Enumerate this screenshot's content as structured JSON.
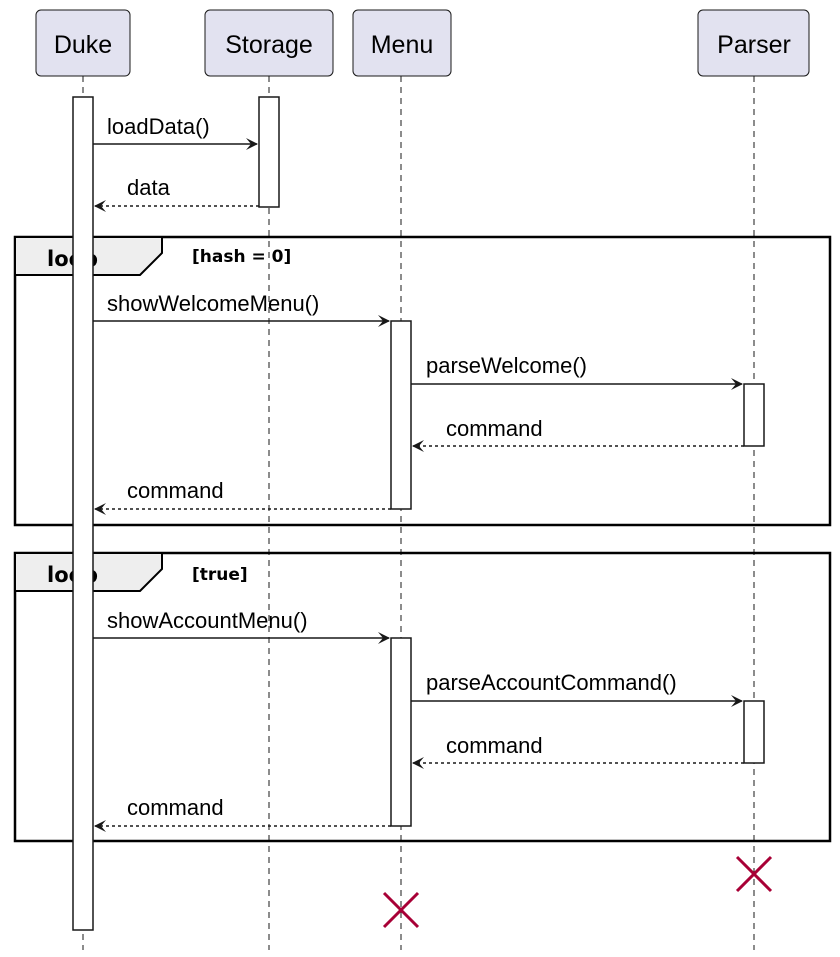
{
  "participants": [
    {
      "id": "duke",
      "label": "Duke"
    },
    {
      "id": "storage",
      "label": "Storage"
    },
    {
      "id": "menu",
      "label": "Menu"
    },
    {
      "id": "parser",
      "label": "Parser"
    }
  ],
  "messages": {
    "load_data": "loadData()",
    "data_return": "data",
    "show_welcome_menu": "showWelcomeMenu()",
    "parse_welcome": "parseWelcome()",
    "welcome_parser_return": "command",
    "welcome_menu_return": "command",
    "show_account_menu": "showAccountMenu()",
    "parse_account_command": "parseAccountCommand()",
    "account_parser_return": "command",
    "account_menu_return": "command"
  },
  "fragments": [
    {
      "keyword": "loop",
      "guard": "[hash = 0]"
    },
    {
      "keyword": "loop",
      "guard": "[true]"
    }
  ],
  "colors": {
    "participant_fill": "#E2E2F0",
    "frame_tab_fill": "#EEEEEE",
    "destroy_mark": "#A80036",
    "line": "#181818"
  }
}
